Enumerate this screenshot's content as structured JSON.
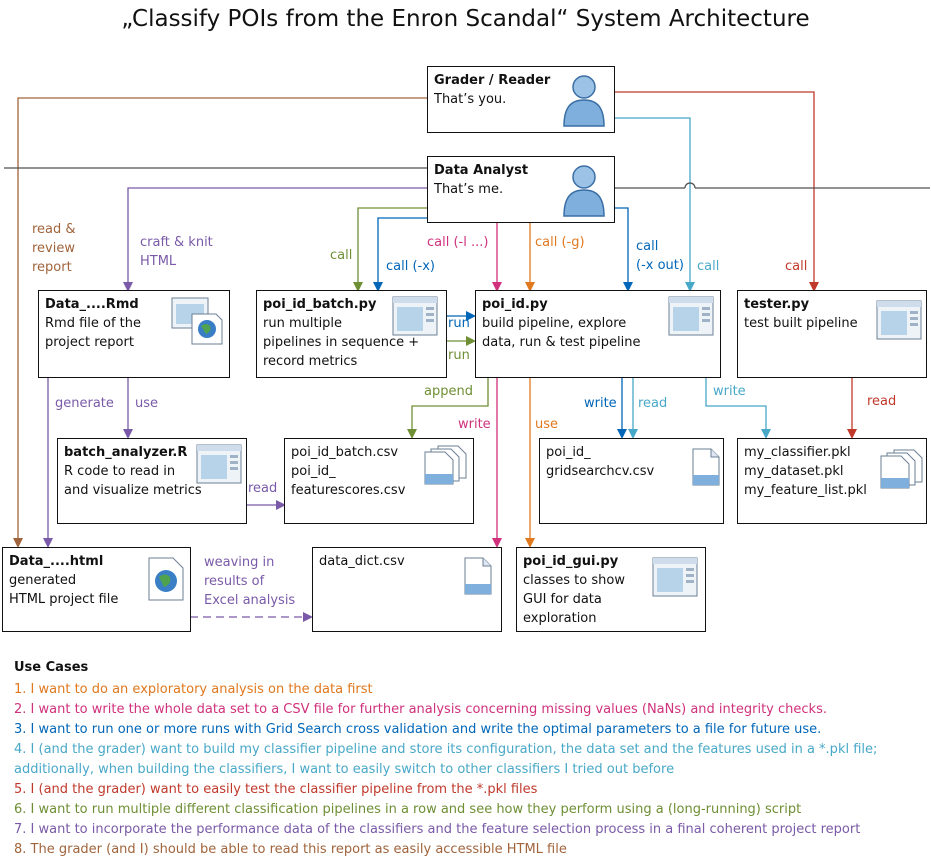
{
  "title": "„Classify POIs from the Enron Scandal“ System Architecture",
  "colors": {
    "brown": "#a0643c",
    "purple": "#7a5aa8",
    "olive": "#6f8f35",
    "blue": "#0066b8",
    "magenta": "#d0317c",
    "orange": "#e0781e",
    "cyan": "#48a8c8",
    "red": "#c0392b",
    "gray": "#505050"
  },
  "nodes": {
    "grader": {
      "title": "Grader / Reader",
      "desc": "That’s you.",
      "icon": "user-icon"
    },
    "analyst": {
      "title": "Data Analyst",
      "desc": "That’s me.",
      "icon": "user-icon"
    },
    "rmd": {
      "title": "Data_....Rmd",
      "desc": "Rmd file of the\nproject report",
      "icon": "document-globe-icon"
    },
    "batch": {
      "title": "poi_id_batch.py",
      "desc": "run multiple\npipelines in sequence +\nrecord metrics",
      "icon": "application-window-icon"
    },
    "poi_id": {
      "title": "poi_id.py",
      "desc": "build pipeline, explore\ndata, run & test pipeline",
      "icon": "application-window-icon"
    },
    "tester": {
      "title": "tester.py",
      "desc": "test built pipeline",
      "icon": "application-window-icon"
    },
    "analyzer": {
      "title": "batch_analyzer.R",
      "desc": "R code to read in\nand visualize metrics",
      "icon": "application-window-icon"
    },
    "batch_csv": {
      "title": "",
      "desc": "poi_id_batch.csv\npoi_id_\n    featurescores.csv",
      "icon": "multiple-documents-icon"
    },
    "grid_csv": {
      "title": "",
      "desc": "poi_id_\n    gridsearchcv.csv",
      "icon": "document-icon"
    },
    "pkl": {
      "title": "",
      "desc": "my_classifier.pkl\nmy_dataset.pkl\nmy_feature_list.pkl",
      "icon": "multiple-documents-icon"
    },
    "html": {
      "title": "Data_....html",
      "desc": "generated\nHTML project file",
      "icon": "globe-icon"
    },
    "dict": {
      "title": "",
      "desc": "data_dict.csv",
      "icon": "document-icon"
    },
    "gui": {
      "title": "poi_id_gui.py",
      "desc": "classes to show\nGUI for data\nexploration",
      "icon": "application-window-icon"
    }
  },
  "edge_labels": {
    "read_review": "read &\nreview\nreport",
    "craft_knit": "craft & knit\nHTML",
    "call_olive": "call",
    "call_x": "call (-x)",
    "call_l": "call (-l ...)",
    "call_g": "call (-g)",
    "call_x_out": "call\n(-x out)",
    "call_cyan": "call",
    "call_red": "call",
    "run1": "run",
    "run2": "run",
    "append": "append",
    "generate": "generate",
    "use_purple": "use",
    "write_magenta": "write",
    "use_orange": "use",
    "write_blue": "write",
    "read_cyan": "read",
    "write_cyan": "write",
    "read_red": "read",
    "read_purple": "read",
    "weaving": "weaving in\nresults of\nExcel analysis"
  },
  "use_cases": {
    "heading": "Use Cases",
    "items": [
      {
        "text": "1. I want to do an exploratory analysis on the data first",
        "color": "#e0781e"
      },
      {
        "text": "2. I want to write the whole data set to a CSV file for further analysis concerning missing values (NaNs) and integrity checks.",
        "color": "#d0317c"
      },
      {
        "text": "3. I want to run one or more runs with Grid Search cross validation and write the optimal parameters to a file for future use.",
        "color": "#0066b8"
      },
      {
        "text": "4. I (and the grader) want to build my classifier pipeline and store its configuration, the data set and the features used in a *.pkl file;\n    additionally, when building the classifiers, I want to easily switch to other classifiers I tried out before",
        "color": "#48a8c8"
      },
      {
        "text": "5. I (and the grader) want to easily test the classifier pipeline from the *.pkl files",
        "color": "#c0392b"
      },
      {
        "text": "6. I want to run multiple different classification pipelines in a row and see how they perform using a (long-running) script",
        "color": "#6f8f35"
      },
      {
        "text": "7. I want to incorporate the performance data of the classifiers and the feature selection process in a final coherent project report",
        "color": "#7a5aa8"
      },
      {
        "text": "8. The grader (and I) should be able to read this report as easily accessible HTML file",
        "color": "#a0643c"
      }
    ]
  }
}
